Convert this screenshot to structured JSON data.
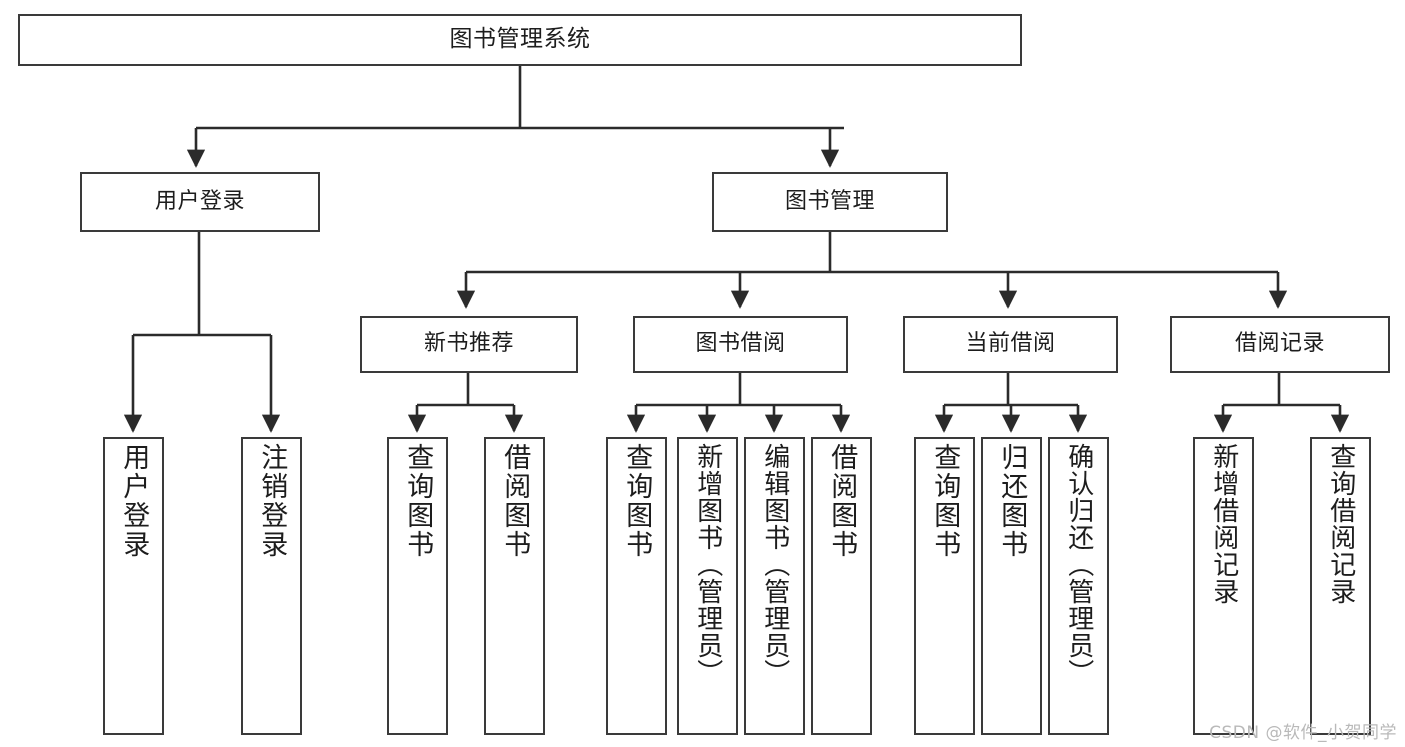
{
  "diagram": {
    "title": "图书管理系统",
    "root": {
      "label": "图书管理系统"
    },
    "level1": [
      {
        "id": "user-login",
        "label": "用户登录"
      },
      {
        "id": "book-management",
        "label": "图书管理"
      }
    ],
    "level2": [
      {
        "id": "new-book-recommend",
        "label": "新书推荐"
      },
      {
        "id": "book-borrow",
        "label": "图书借阅"
      },
      {
        "id": "current-borrow",
        "label": "当前借阅"
      },
      {
        "id": "borrow-record",
        "label": "借阅记录"
      }
    ],
    "leaves": {
      "user-login": [
        {
          "id": "leaf-user-login",
          "label": "用户登录"
        },
        {
          "id": "leaf-logout-login",
          "label": "注销登录"
        }
      ],
      "new-book-recommend": [
        {
          "id": "leaf-query-book-1",
          "label": "查询图书"
        },
        {
          "id": "leaf-borrow-book-1",
          "label": "借阅图书"
        }
      ],
      "book-borrow": [
        {
          "id": "leaf-query-book-2",
          "label": "查询图书"
        },
        {
          "id": "leaf-add-book-admin",
          "label": "新增图书（管理员）"
        },
        {
          "id": "leaf-edit-book-admin",
          "label": "编辑图书（管理员）"
        },
        {
          "id": "leaf-borrow-book-2",
          "label": "借阅图书"
        }
      ],
      "current-borrow": [
        {
          "id": "leaf-query-book-3",
          "label": "查询图书"
        },
        {
          "id": "leaf-return-book",
          "label": "归还图书"
        },
        {
          "id": "leaf-confirm-return-admin",
          "label": "确认归还（管理员）"
        }
      ],
      "borrow-record": [
        {
          "id": "leaf-add-borrow-record",
          "label": "新增借阅记录"
        },
        {
          "id": "leaf-query-borrow-record",
          "label": "查询借阅记录"
        }
      ]
    }
  },
  "watermark": {
    "text": "CSDN @软件_小贺同学"
  },
  "colors": {
    "border": "#3a3a3a",
    "text": "#1d1d1d",
    "background": "#ffffff",
    "connector": "#2b2b2b",
    "watermark": "#b9b9b9"
  }
}
